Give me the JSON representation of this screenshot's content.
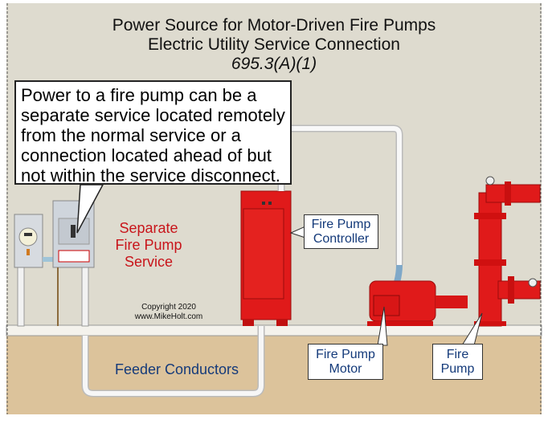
{
  "title": {
    "line1": "Power Source for Motor-Driven Fire Pumps",
    "line2": "Electric Utility Service Connection",
    "line3": "695.3(A)(1)"
  },
  "callout": {
    "text": "Power to a fire pump can be a separate service located remotely from the normal service or a connection located ahead of but not within the service disconnect."
  },
  "service_label": {
    "line1": "Separate",
    "line2": "Fire Pump",
    "line3": "Service"
  },
  "copyright": {
    "line1": "Copyright 2020",
    "line2": "www.MikeHolt.com"
  },
  "labels": {
    "controller": {
      "line1": "Fire Pump",
      "line2": "Controller"
    },
    "motor": {
      "line1": "Fire Pump",
      "line2": "Motor"
    },
    "pump": {
      "line1": "Fire",
      "line2": "Pump"
    },
    "feeder": "Feeder Conductors"
  },
  "colors": {
    "wall": "#dedbcf",
    "ground": "#dcc39b",
    "equipment_red": "#e01a1a",
    "label_text": "#143a7a",
    "service_text": "#c8141a"
  }
}
